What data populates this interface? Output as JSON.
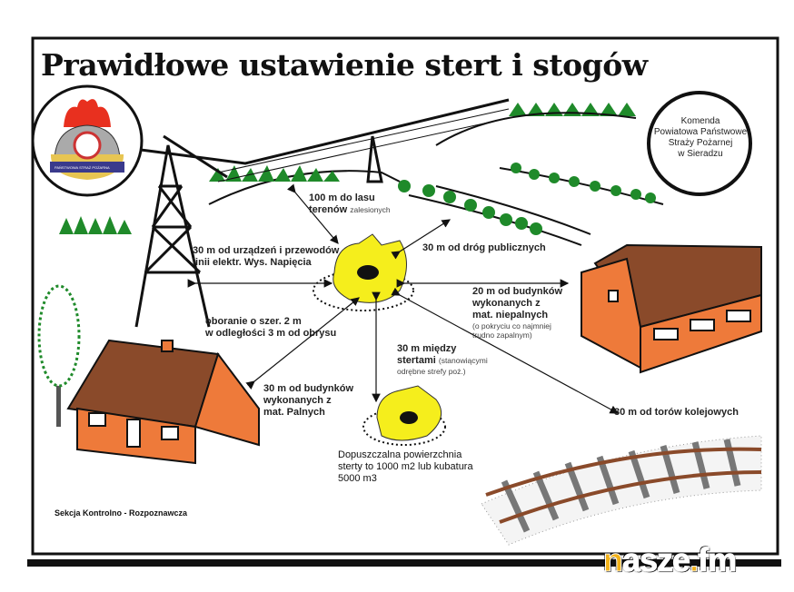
{
  "title": "Prawidłowe ustawienie stert i stogów",
  "emblem_text": "PAŃSTWOWA STRAŻ POŻARNA",
  "komenda": [
    "Komenda",
    "Powiatowa Państwowe",
    "Straży Pożarnej",
    "w Sieradzu"
  ],
  "labels": {
    "forest": [
      "100 m do lasu",
      "terenów",
      "zalesionych"
    ],
    "power_lines": [
      "30 m od urządzeń i przewodów",
      "linii elektr. Wys. Napięcia"
    ],
    "roads": "30 m od dróg publicznych",
    "nonflammable": [
      "20 m od budynków",
      "wykonanych z",
      "mat. niepalnych",
      "(o pokryciu co najmniej",
      "trudno zapalnym)"
    ],
    "plowing": [
      "oboranie o szer. 2 m",
      "w odległości 3 m od obrysu"
    ],
    "between": [
      "30 m między",
      "stertami",
      "(stanowiącymi",
      "odrębne strefy poż.)"
    ],
    "flammable": [
      "30 m od budynków",
      "wykonanych z",
      "mat.  Palnych"
    ],
    "railway": "30 m od torów kolejowych",
    "area": [
      "Dopuszczalna powierzchnia",
      "sterty to 1000 m2 lub kubatura",
      "5000 m3"
    ]
  },
  "footer": "Sekcja Kontrolno - Rozpoznawcza",
  "brand": {
    "n": "n",
    "rest": "asze",
    "dot": ".",
    "fm": "fm"
  },
  "colors": {
    "stack": "#f5ee1c",
    "roof": "#8a4a2a",
    "wall": "#ee7a3a",
    "tree": "#1f8a2a",
    "flame": "#e8301f"
  }
}
